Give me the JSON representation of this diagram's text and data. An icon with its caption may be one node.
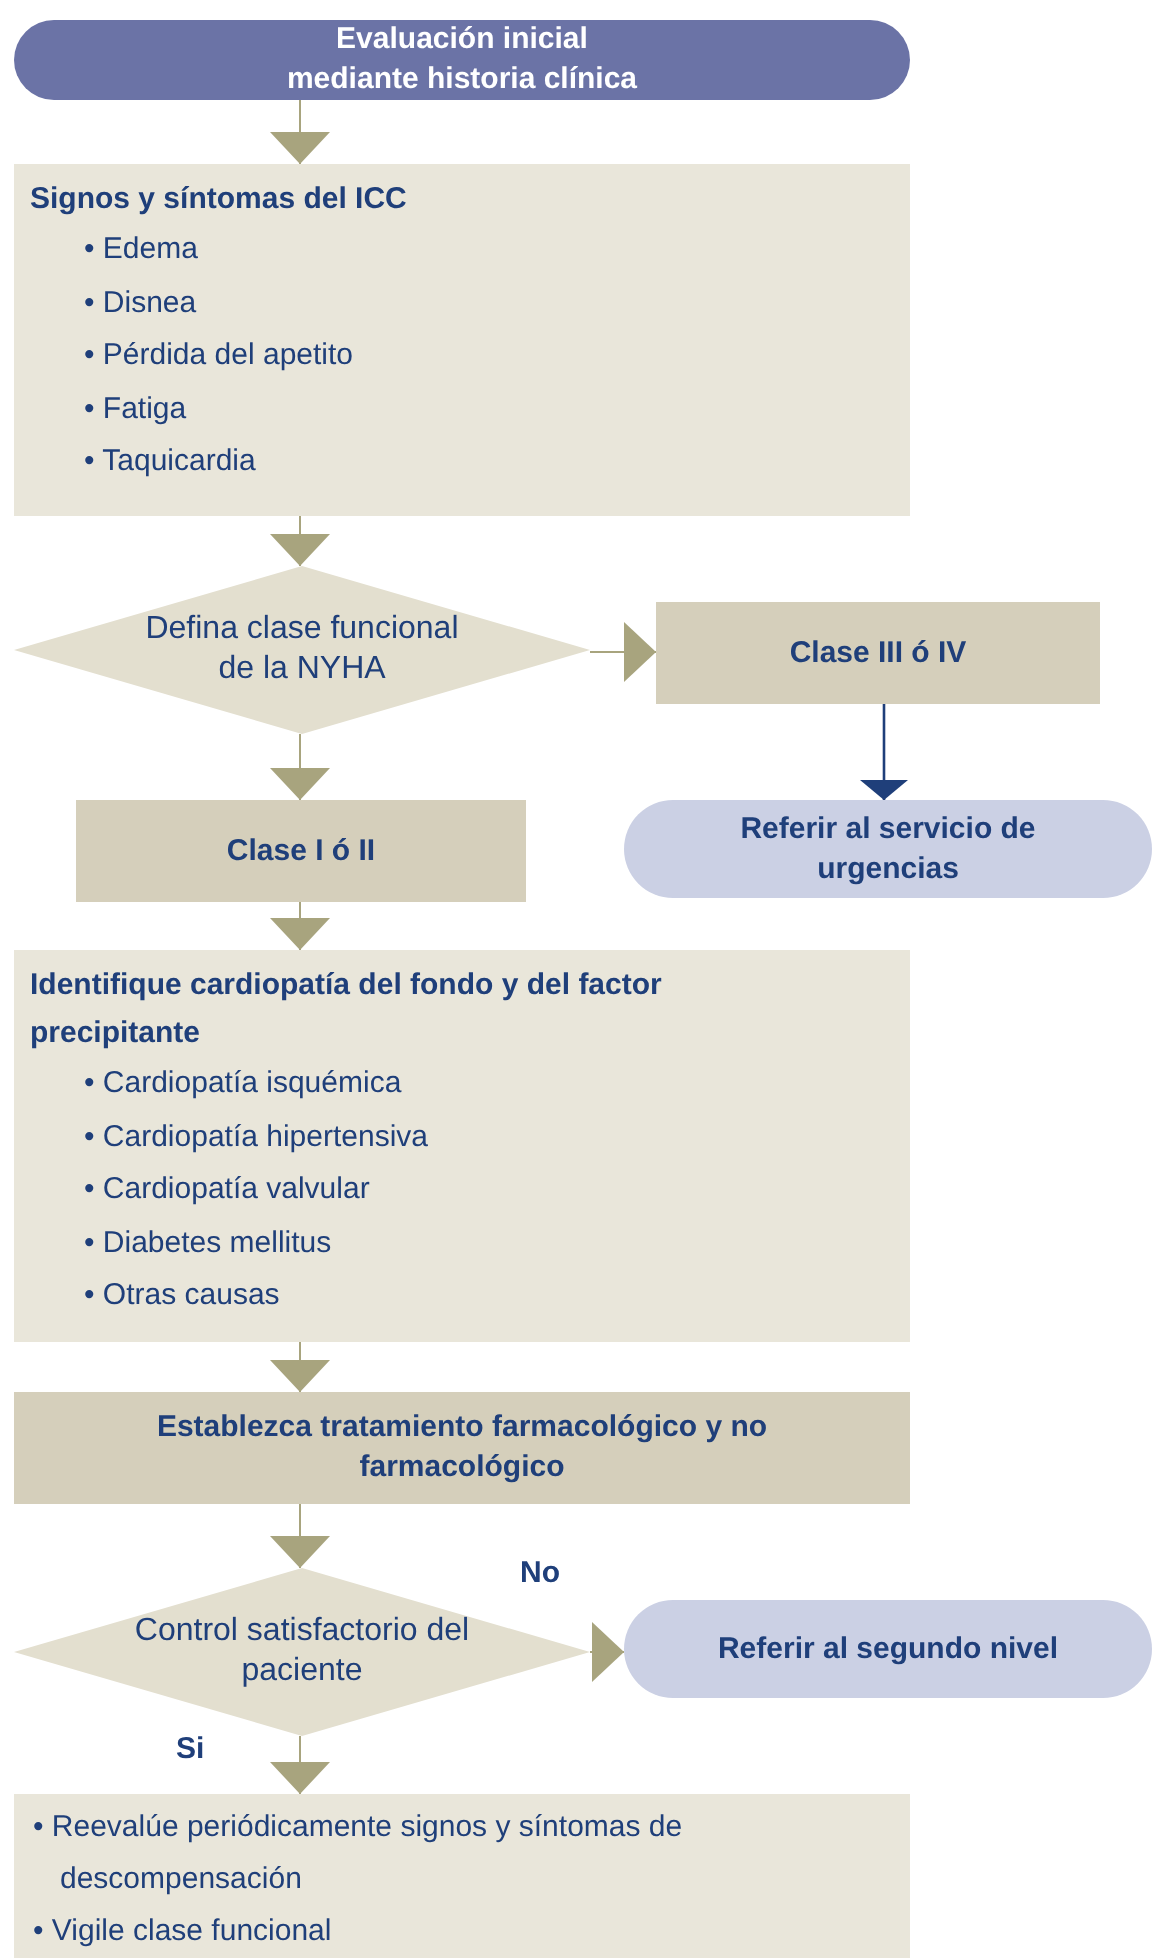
{
  "diagram": {
    "nodes": [
      {
        "text": [
          "Evaluación inicial mediante historia clínica"
        ]
      },
      {
        "text": [
          "Signos y síntomas del ICC",
          "• Edema",
          "• Disnea",
          "• Pérdida del apetito",
          "• Fatiga",
          "• Taquicardia"
        ]
      },
      {
        "text": [
          "Defina clase funcional de la NYHA"
        ]
      },
      {
        "text": [
          "Clase III ó IV"
        ]
      },
      {
        "text": [
          "Referir al servicio de urgencias"
        ]
      },
      {
        "text": [
          "Clase I ó II"
        ]
      },
      {
        "text": [
          "Identifique cardiopatía del fondo y del factor precipitante",
          "• Cardiopatía isquémica",
          "• Cardiopatía hipertensiva",
          "• Cardiopatía valvular",
          "• Diabetes mellitus",
          "• Otras causas"
        ]
      },
      {
        "text": [
          "Establezca tratamiento farmacológico y no farmacológico"
        ]
      },
      {
        "text": [
          "Control satisfactorio del paciente"
        ]
      },
      {
        "text": [
          "Referir al segundo nivel"
        ]
      },
      {
        "text": [
          "• Reevalúe periódicamente signos y síntomas de descompensación",
          "• Vigile clase funcional"
        ]
      }
    ],
    "edges": [
      {
        "from": 0,
        "to": 1,
        "arrow": "to"
      },
      {
        "from": 1,
        "to": 2,
        "arrow": "to"
      },
      {
        "from": 2,
        "to": 3,
        "arrow": "to"
      },
      {
        "from": 3,
        "to": 4,
        "arrow": "to",
        "color": "#1f3f7a"
      },
      {
        "from": 2,
        "to": 5,
        "arrow": "to"
      },
      {
        "from": 5,
        "to": 6,
        "arrow": "to"
      },
      {
        "from": 6,
        "to": 7,
        "arrow": "to"
      },
      {
        "from": 7,
        "to": 8,
        "arrow": "to"
      },
      {
        "from": 8,
        "to": 9,
        "arrow": "to",
        "label": "No"
      },
      {
        "from": 8,
        "to": 10,
        "arrow": "to",
        "label": "Si"
      }
    ]
  }
}
